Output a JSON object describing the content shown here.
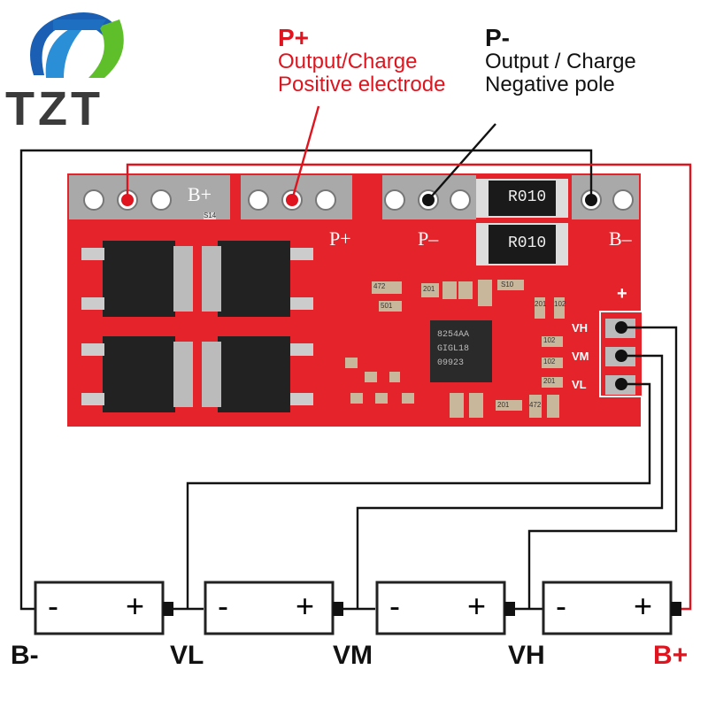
{
  "logo": {
    "text": "TZT"
  },
  "labels": {
    "p_plus": {
      "title": "P+",
      "line1": "Output/Charge",
      "line2": "Positive electrode"
    },
    "p_minus": {
      "title": "P-",
      "line1": "Output / Charge",
      "line2": "Negative pole"
    }
  },
  "board": {
    "pads": [
      "B+",
      "P+",
      "P–",
      "B–"
    ],
    "sense": [
      "VH",
      "VM",
      "VL"
    ],
    "plus_mark": "+",
    "resistors": [
      "R010",
      "R010"
    ],
    "chip": [
      "8254AA",
      "GIGL18",
      "09923"
    ],
    "small_parts": [
      "S14",
      "472",
      "201",
      "501",
      "102",
      "S10",
      "201",
      "102",
      "102",
      "201",
      "201",
      "472"
    ]
  },
  "batteries": [
    {
      "minus": "-",
      "plus": "+"
    },
    {
      "minus": "-",
      "plus": "+"
    },
    {
      "minus": "-",
      "plus": "+"
    },
    {
      "minus": "-",
      "plus": "+"
    }
  ],
  "bottom_labels": [
    "B-",
    "VL",
    "VM",
    "VH",
    "B+"
  ],
  "colors": {
    "board": "#e5232a",
    "positive_wire": "#e0141e",
    "wire": "#111111",
    "logo_blue": "#1a5fb4",
    "logo_green": "#5fbf2a"
  }
}
